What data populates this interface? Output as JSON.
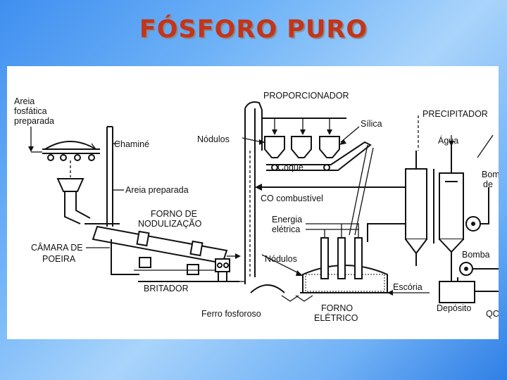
{
  "slide": {
    "title": "FÓSFORO PURO"
  },
  "diagram": {
    "labels": {
      "areia_line1": "Areia",
      "areia_line2": "fosfática",
      "areia_line3": "preparada",
      "chamine": "Chaminé",
      "nodulos_top": "Nódulos",
      "proporcionador": "PROPORCIONADOR",
      "silica": "Sílica",
      "precipitador": "PRECIPITADOR",
      "agua": "Água",
      "bomba_top_line1": "Bom",
      "bomba_top_line2": "de",
      "coque": "Coque",
      "areia_preparada": "Areia preparada",
      "co_combustivel": "CO combustível",
      "forno_nod_line1": "FORNO DE",
      "forno_nod_line2": "NODULIZAÇÃO",
      "energia_line1": "Energia",
      "energia_line2": "elétrica",
      "camara_line1": "CÂMARA DE",
      "camara_line2": "POEIRA",
      "nodulos_bottom": "Nódulos",
      "bomba": "Bomba",
      "britador": "BRITADOR",
      "escoria": "Escória",
      "ferro": "Ferro fosforoso",
      "forno_el_line1": "FORNO",
      "forno_el_line2": "ELÉTRICO",
      "deposito": "Depósito",
      "qc": "QC"
    }
  }
}
